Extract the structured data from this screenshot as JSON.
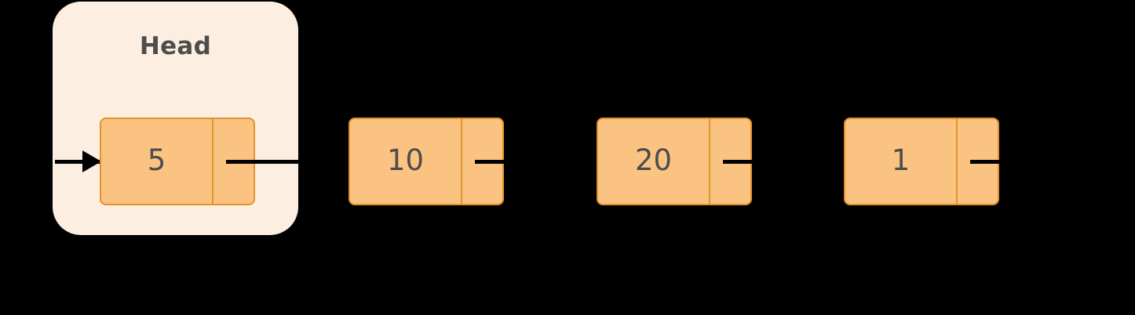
{
  "diagram": {
    "type": "singly-linked-list",
    "title": "Linked list with head pointer",
    "background_color": "#000000",
    "head_group": {
      "label": "Head",
      "background_color": "#FCEEE1",
      "label_color": "#4D4D4D"
    },
    "node_style": {
      "fill_color": "#FBC381",
      "border_color": "#E3932C",
      "value_color": "#4D4D4D",
      "pointer_color": "#000000"
    },
    "entry_arrow": {
      "name": "head-entry-arrow",
      "direction": "right"
    },
    "nodes": [
      {
        "value": "5",
        "in_head_group": true,
        "pointer": "link-to-next",
        "pointer_extends_out": true
      },
      {
        "value": "10",
        "in_head_group": false,
        "pointer": "link-to-next",
        "pointer_extends_out": false
      },
      {
        "value": "20",
        "in_head_group": false,
        "pointer": "link-to-next",
        "pointer_extends_out": false
      },
      {
        "value": "1",
        "in_head_group": false,
        "pointer": "link-to-next",
        "pointer_extends_out": false
      }
    ]
  }
}
